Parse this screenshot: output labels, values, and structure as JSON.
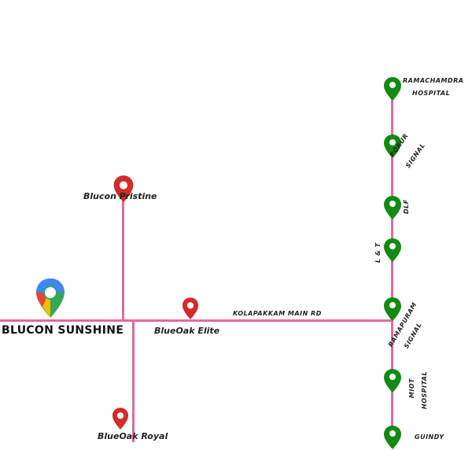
{
  "map": {
    "road_color": "#e26a9c",
    "road_name": "KOLAPAKKAM MAIN RD",
    "main_location": {
      "label": "BLUCON SUNSHINE",
      "icon": "google-maps-pin-icon"
    },
    "projects": [
      {
        "label": "Blucon Pristine",
        "pin_color": "#d32a2a"
      },
      {
        "label": "BlueOak Elite",
        "pin_color": "#d32a2a"
      },
      {
        "label": "BlueOak Royal",
        "pin_color": "#d32a2a"
      }
    ],
    "landmarks": [
      {
        "label_line1": "RAMACHAMDRA",
        "label_line2": "HOSPITAL",
        "pin_color": "#138a13"
      },
      {
        "label_line1": "PORUR",
        "label_line2": "SIGNAL",
        "pin_color": "#138a13"
      },
      {
        "label_line1": "DLF",
        "label_line2": "",
        "pin_color": "#138a13"
      },
      {
        "label_line1": "L & T",
        "label_line2": "",
        "pin_color": "#138a13"
      },
      {
        "label_line1": "RAMAPURAM",
        "label_line2": "SIGNAL",
        "pin_color": "#138a13"
      },
      {
        "label_line1": "MIOT",
        "label_line2": "HOSPITAL",
        "pin_color": "#138a13"
      },
      {
        "label_line1": "GUINDY",
        "label_line2": "",
        "pin_color": "#138a13"
      }
    ]
  }
}
